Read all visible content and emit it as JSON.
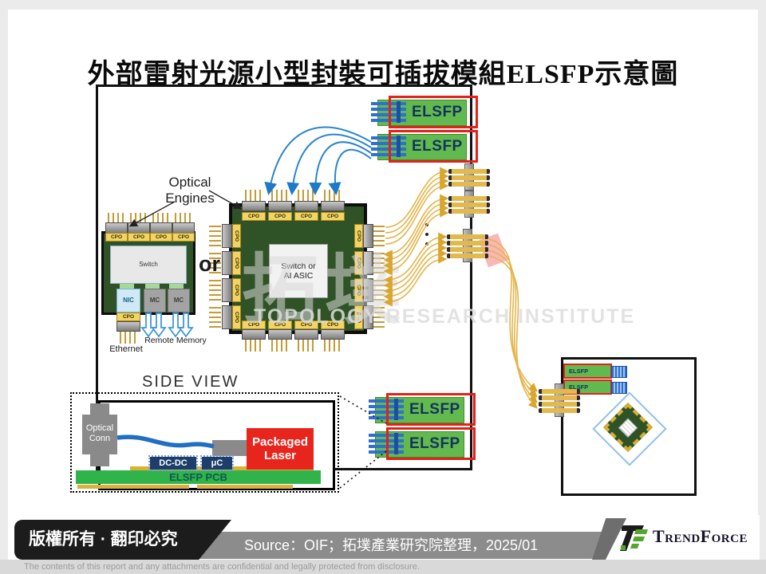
{
  "title": "外部雷射光源小型封裝可插拔模組ELSFP示意圖",
  "diagram": {
    "oe_line1": "Optical",
    "oe_line2": "Engines",
    "or_label": "or",
    "cpo_label": "CPO",
    "elsfp_label": "ELSFP",
    "left_chip": {
      "switch": "Switch",
      "nic": "NIC",
      "mc": "MC",
      "ethernet": "Ethernet",
      "remote_memory": "Remote Memory"
    },
    "big_chip": {
      "line1": "Switch  or",
      "line2": "AI ASIC"
    },
    "side_view": {
      "title": "SIDE VIEW",
      "optical_conn_line1": "Optical",
      "optical_conn_line2": "Conn",
      "dc_dc": "DC-DC",
      "micro_controller": "μC",
      "laser_line1": "Packaged",
      "laser_line2": "Laser",
      "pcb": "ELSFP PCB"
    }
  },
  "watermark": {
    "cjk": "拓墣",
    "en": "TOPOLOGY RESEARCH INSTITUTE"
  },
  "footer": {
    "copyright": "版權所有 · 翻印必究",
    "source": "Source：OIF；拓墣產業研究院整理，2025/01",
    "brand": "TrendForce",
    "disclaimer": "The contents of this report and any attachments are confidential and legally protected from disclosure."
  },
  "colors": {
    "elsfp_green": "#62b94e",
    "alert_red": "#e32119",
    "fiber_yellow": "#e4b54b",
    "fiber_blue": "#2a85d0",
    "chip_green": "#2f5326",
    "cpo_yellow": "#f2d464",
    "laser_red": "#e8251d",
    "navy": "#1d3e6b",
    "pcb_green": "#2fb34a"
  }
}
